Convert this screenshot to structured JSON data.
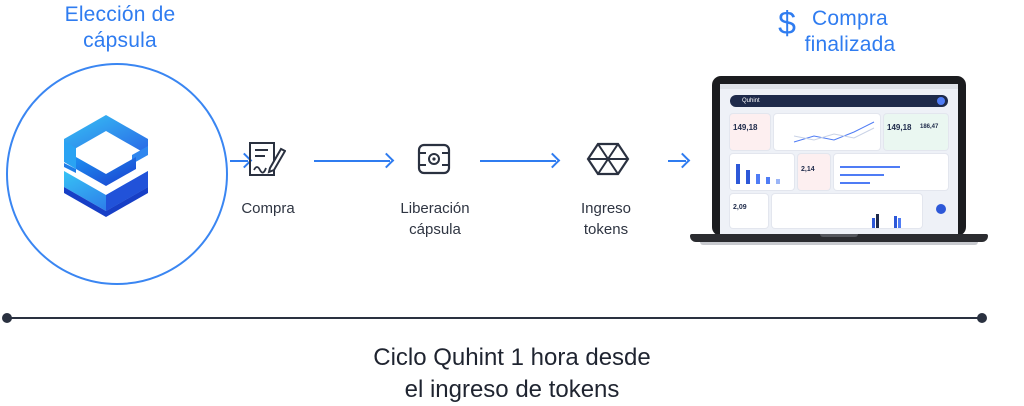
{
  "capsule": {
    "title_line1": "Elección de",
    "title_line2": "cápsula"
  },
  "finished": {
    "dollar_symbol": "$",
    "title_line1": "Compra",
    "title_line2": "finalizada"
  },
  "steps": [
    {
      "label_line1": "Compra",
      "label_line2": ""
    },
    {
      "label_line1": "Liberación",
      "label_line2": "cápsula"
    },
    {
      "label_line1": "Ingreso",
      "label_line2": "tokens"
    }
  ],
  "timeline": {
    "line1": "Ciclo Quhint 1 hora desde",
    "line2": "el ingreso de tokens"
  },
  "dashboard": {
    "brand": "Quhint",
    "kpi_a": "149,18",
    "kpi_b": "149,18",
    "kpi_c": "186,47",
    "kpi_d": "2,14",
    "kpi_e": "2,09"
  },
  "colors": {
    "accent": "#2f7cf0",
    "dark_nav": "#1e2a4a",
    "text": "#2a3140"
  }
}
